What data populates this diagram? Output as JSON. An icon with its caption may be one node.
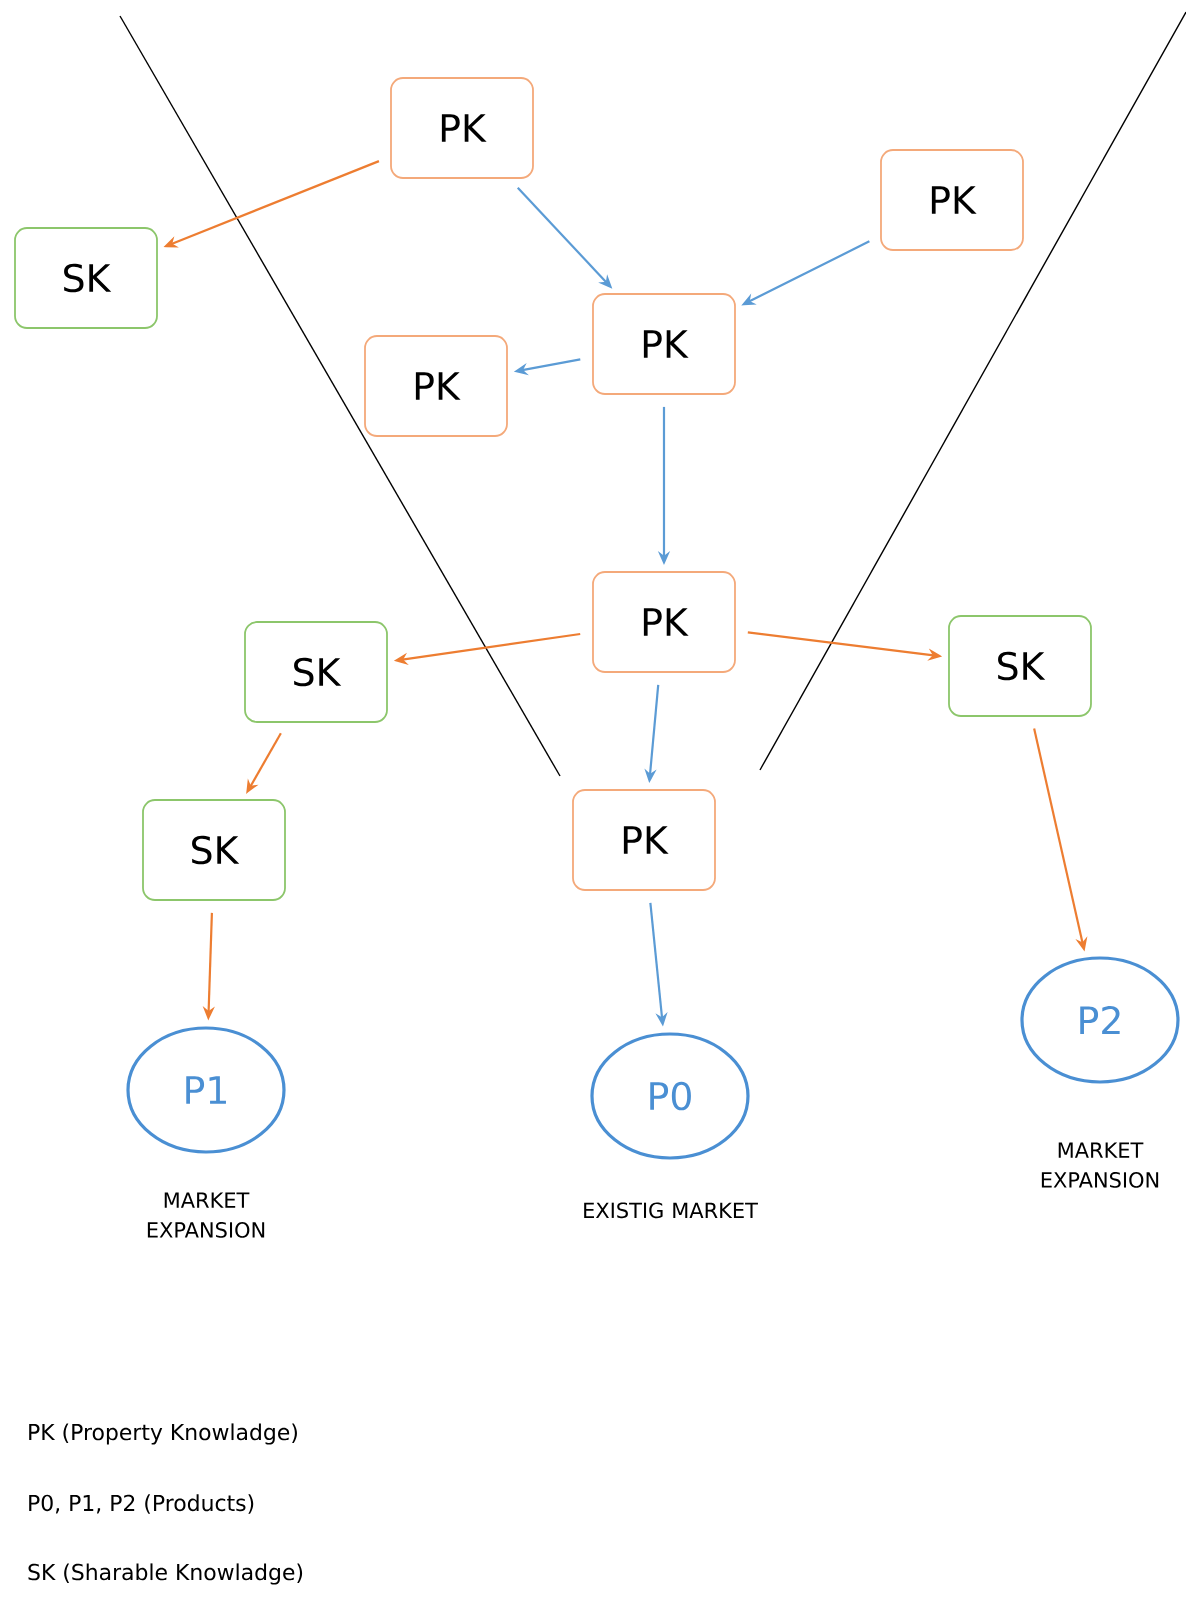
{
  "diagram": {
    "nodes": [
      {
        "text": [
          "PK"
        ]
      },
      {
        "text": [
          "SK"
        ]
      },
      {
        "text": [
          "PK"
        ]
      },
      {
        "text": [
          "PK"
        ]
      },
      {
        "text": [
          "PK"
        ]
      },
      {
        "text": [
          "PK"
        ]
      },
      {
        "text": [
          "SK"
        ]
      },
      {
        "text": [
          "SK"
        ]
      },
      {
        "text": [
          "PK"
        ]
      },
      {
        "text": [
          "SK"
        ]
      },
      {
        "text": [
          "P1"
        ],
        "beside": [
          "MARKET EXPANSION"
        ]
      },
      {
        "text": [
          "P0"
        ],
        "beside": [
          "EXISTIG MARKET"
        ]
      },
      {
        "text": [
          "P2"
        ],
        "beside": [
          "MARKET EXPANSION"
        ]
      }
    ],
    "edges": [
      {
        "from": 0,
        "to": 1,
        "arrow": "to",
        "color": "#ed7d31"
      },
      {
        "from": 0,
        "to": 3,
        "arrow": "to",
        "color": "#5b9bd5"
      },
      {
        "from": 2,
        "to": 3,
        "arrow": "to",
        "color": "#5b9bd5"
      },
      {
        "from": 3,
        "to": 4,
        "arrow": "to",
        "color": "#5b9bd5"
      },
      {
        "from": 3,
        "to": 5,
        "arrow": "to",
        "color": "#5b9bd5"
      },
      {
        "from": 5,
        "to": 6,
        "arrow": "to",
        "color": "#ed7d31"
      },
      {
        "from": 5,
        "to": 7,
        "arrow": "to",
        "color": "#ed7d31"
      },
      {
        "from": 5,
        "to": 8,
        "arrow": "to",
        "color": "#5b9bd5"
      },
      {
        "from": 6,
        "to": 9,
        "arrow": "to",
        "color": "#ed7d31"
      },
      {
        "from": 9,
        "to": 10,
        "arrow": "to",
        "color": "#ed7d31"
      },
      {
        "from": 8,
        "to": 11,
        "arrow": "to",
        "color": "#5b9bd5"
      },
      {
        "from": 7,
        "to": 12,
        "arrow": "to",
        "color": "#ed7d31"
      }
    ],
    "labels": [
      "PK (Property Knowladge)",
      "P0, P1, P2 (Products)",
      "SK (Sharable Knowladge)"
    ]
  }
}
